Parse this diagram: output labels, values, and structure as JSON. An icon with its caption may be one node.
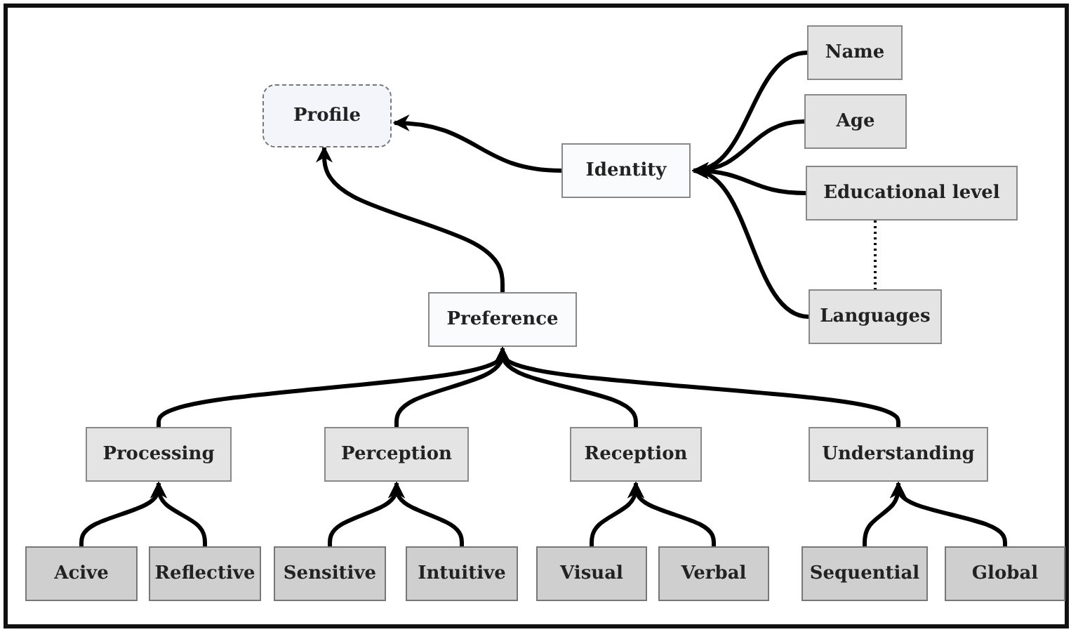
{
  "diagram": {
    "nodes": [
      {
        "text": [
          "Profile"
        ]
      },
      {
        "text": [
          "Identity"
        ]
      },
      {
        "text": [
          "Name"
        ]
      },
      {
        "text": [
          "Age"
        ]
      },
      {
        "text": [
          "Educational level"
        ]
      },
      {
        "text": [
          "Languages"
        ]
      },
      {
        "text": [
          "Preference"
        ]
      },
      {
        "text": [
          "Processing"
        ]
      },
      {
        "text": [
          "Perception"
        ]
      },
      {
        "text": [
          "Reception"
        ]
      },
      {
        "text": [
          "Understanding"
        ]
      },
      {
        "text": [
          "Acive"
        ]
      },
      {
        "text": [
          "Reflective"
        ]
      },
      {
        "text": [
          "Sensitive"
        ]
      },
      {
        "text": [
          "Intuitive"
        ]
      },
      {
        "text": [
          "Visual"
        ]
      },
      {
        "text": [
          "Verbal"
        ]
      },
      {
        "text": [
          "Sequential"
        ]
      },
      {
        "text": [
          "Global"
        ]
      }
    ],
    "edges": [
      {
        "from": 1,
        "to": 0,
        "arrow": "to"
      },
      {
        "from": 6,
        "to": 0,
        "arrow": "to"
      },
      {
        "from": 2,
        "to": 1,
        "arrow": "to"
      },
      {
        "from": 3,
        "to": 1,
        "arrow": "to"
      },
      {
        "from": 4,
        "to": 1,
        "arrow": "to"
      },
      {
        "from": 5,
        "to": 1,
        "arrow": "to"
      },
      {
        "from": 4,
        "to": 5,
        "arrow": "none",
        "style": "dashed"
      },
      {
        "from": 7,
        "to": 6,
        "arrow": "to"
      },
      {
        "from": 8,
        "to": 6,
        "arrow": "to"
      },
      {
        "from": 9,
        "to": 6,
        "arrow": "to"
      },
      {
        "from": 10,
        "to": 6,
        "arrow": "to"
      },
      {
        "from": 11,
        "to": 7,
        "arrow": "to"
      },
      {
        "from": 12,
        "to": 7,
        "arrow": "to"
      },
      {
        "from": 13,
        "to": 8,
        "arrow": "to"
      },
      {
        "from": 14,
        "to": 8,
        "arrow": "to"
      },
      {
        "from": 15,
        "to": 9,
        "arrow": "to"
      },
      {
        "from": 16,
        "to": 9,
        "arrow": "to"
      },
      {
        "from": 17,
        "to": 10,
        "arrow": "to"
      },
      {
        "from": 18,
        "to": 10,
        "arrow": "to"
      }
    ]
  }
}
